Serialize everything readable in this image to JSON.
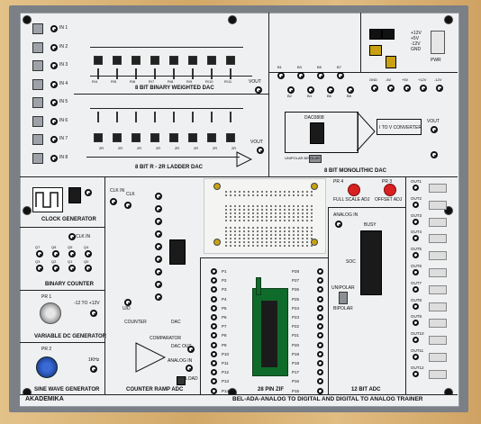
{
  "panel": {
    "brand": "AKADEMIKA",
    "title": "BEL-ADA-ANALOG TO DIGITAL AND DIGITAL TO ANALOG TRAINER"
  },
  "sections": {
    "binary_weighted": "8 BIT BINARY WEIGHTED DAC",
    "ladder": "8 BIT R - 2R LADDER DAC",
    "monolithic": "8 BIT MONOLITHIC DAC",
    "clock": "CLOCK GENERATOR",
    "counter": "BINARY COUNTER",
    "variable_dc": "VARIABLE DC GENERATOR",
    "sine": "SINE WAVE GENERATOR",
    "counter_ramp": "COUNTER RAMP ADC",
    "zif": "28 PIN ZIF",
    "adc12": "12 BIT ADC"
  },
  "labels": {
    "vout": "VOUT",
    "converter": "I TO V CONVERTER",
    "dac0808": "DAC0808",
    "unipolar_bipolar": "UNIPOLAR  BIPOLAR",
    "full_scale": "FULL SCALE ADJ",
    "offset": "OFFSET ADJ",
    "pr4": "PR 4",
    "pr3": "PR 3",
    "pr1": "PR 1",
    "pr2": "PR 2",
    "clk_in": "CLK IN",
    "clk": "CLK",
    "ud": "U/D",
    "counter": "COUNTER",
    "dac": "DAC",
    "comparator": "COMPARATOR",
    "dac_out": "DAC OUT",
    "analog_in": "ANALOG IN",
    "load": "LOAD",
    "range": "-12 TO +12V",
    "freq": "1KHz",
    "busy": "BUSY",
    "soc": "SOC",
    "unipolar": "UNIPOLAR",
    "bipolar": "BIPOLAR",
    "pwr": "PWR"
  },
  "power_labels": [
    "GND",
    "-5V",
    "+5V",
    "+12V",
    "-12V"
  ],
  "inputs_weighted": [
    "IN 1",
    "IN 2",
    "IN 3",
    "IN 4",
    "IN 5",
    "IN 6",
    "IN 7",
    "IN 8"
  ],
  "b_labels": [
    "B1",
    "B2",
    "B3",
    "B4",
    "B5",
    "B6",
    "B7",
    "B8"
  ],
  "counter_q": [
    "Q7",
    "Q6",
    "Q5",
    "Q4",
    "Q3",
    "Q2",
    "Q1",
    "Q0"
  ],
  "pins_left": [
    "P1",
    "P2",
    "P3",
    "P4",
    "P5",
    "P6",
    "P7",
    "P8",
    "P9",
    "P10",
    "P11",
    "P12",
    "P13",
    "P14"
  ],
  "pins_right": [
    "P28",
    "P27",
    "P26",
    "P25",
    "P24",
    "P23",
    "P22",
    "P21",
    "P20",
    "P19",
    "P18",
    "P17",
    "P16",
    "P15"
  ],
  "outs": [
    "OUT1",
    "OUT2",
    "OUT3",
    "OUT4",
    "OUT5",
    "OUT6",
    "OUT7",
    "OUT8",
    "OUT9",
    "OUT10",
    "OUT11",
    "OUT12"
  ],
  "resistors_top": [
    "R/4",
    "R/5",
    "R/6",
    "R/7",
    "R/8",
    "R/9",
    "R/10",
    "R/11"
  ],
  "resistors_ladder": [
    "2R",
    "2R",
    "2R",
    "2R",
    "2R",
    "2R",
    "2R",
    "2R"
  ],
  "power_rails": [
    "+12V",
    "+5V",
    "-12V",
    "GND"
  ]
}
